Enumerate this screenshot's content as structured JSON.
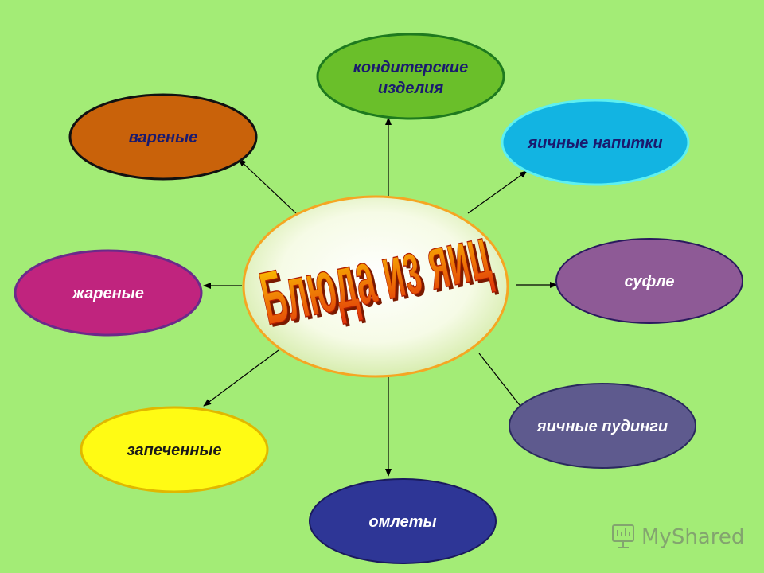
{
  "title": "Блюда из яиц",
  "nodes": {
    "konditerskie": {
      "line1": "кондитерские",
      "line2": "изделия",
      "fill": "#6abf2a",
      "stroke": "#1e7a1e",
      "text_color": "#1a1a6e"
    },
    "varenye": {
      "label": "вареные",
      "fill": "#c9620a",
      "stroke": "#111111",
      "text_color": "#1a1a6e"
    },
    "napitki": {
      "label": "яичные напитки",
      "fill": "#12b4e2",
      "stroke": "#5ef0f0",
      "text_color": "#1a1a6e"
    },
    "zharenye": {
      "label": "жареные",
      "fill": "#c0247e",
      "stroke": "#6b2a8a",
      "text_color": "#ffffff"
    },
    "sufle": {
      "label": "суфле",
      "fill": "#8e5a96",
      "stroke": "#2a1a5e",
      "text_color": "#ffffff"
    },
    "zapechennye": {
      "label": "запеченные",
      "fill": "#fffb14",
      "stroke": "#e0b800",
      "text_color": "#1a1a1a"
    },
    "pudingi": {
      "label": "яичные пудинги",
      "fill": "#5e5a8e",
      "stroke": "#2a2a5e",
      "text_color": "#ffffff"
    },
    "omlety": {
      "label": "омлеты",
      "fill": "#2e3696",
      "stroke": "#1a1a5e",
      "text_color": "#ffffff"
    }
  },
  "center": {
    "fill": "#f4fbe0",
    "stroke": "#f5a623"
  },
  "colors": {
    "background": "#a3ec76",
    "title_top": "#ffd200",
    "title_bottom": "#e0300a",
    "arrow": "#000000"
  },
  "watermark": {
    "text": "MyShared"
  }
}
